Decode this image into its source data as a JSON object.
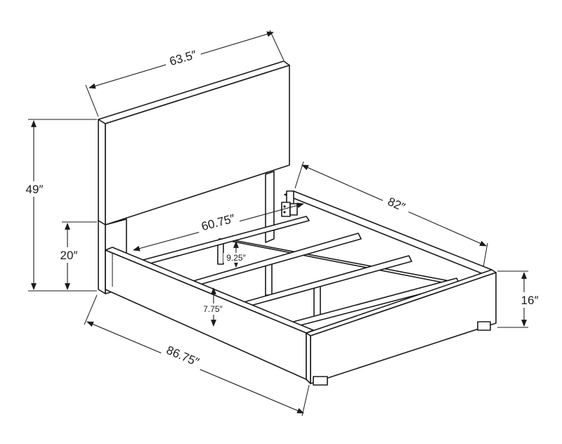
{
  "dimensions": {
    "headboard_width": "63.5″",
    "total_height": "49″",
    "footboard_height": "16″",
    "side_rail_height": "20″",
    "frame_length": "82″",
    "inner_width": "60.75″",
    "slat_clearance": "9.25″",
    "under_clearance": "7.75″",
    "total_length": "86.75″"
  }
}
